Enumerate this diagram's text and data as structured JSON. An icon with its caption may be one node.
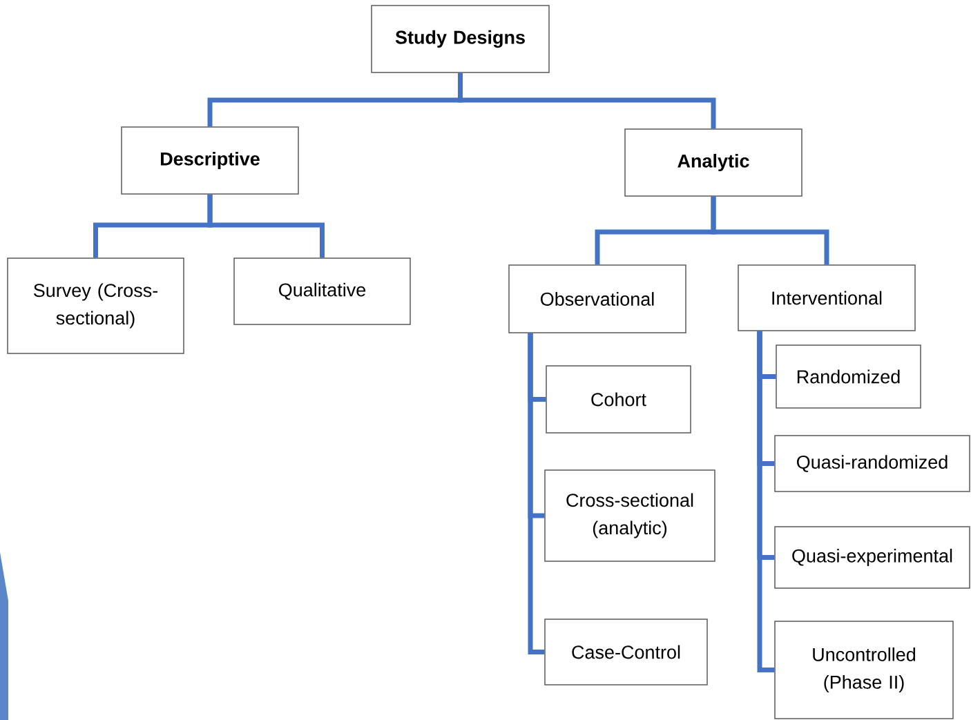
{
  "diagram": {
    "nodes": [
      {
        "text": [
          "Study Designs"
        ]
      },
      {
        "text": [
          "Descriptive"
        ]
      },
      {
        "text": [
          "Analytic"
        ]
      },
      {
        "text": [
          "Survey (Cross-sectional)"
        ]
      },
      {
        "text": [
          "Qualitative"
        ]
      },
      {
        "text": [
          "Observational"
        ]
      },
      {
        "text": [
          "Interventional"
        ]
      },
      {
        "text": [
          "Cohort"
        ]
      },
      {
        "text": [
          "Cross-sectional (analytic)"
        ]
      },
      {
        "text": [
          "Case-Control"
        ]
      },
      {
        "text": [
          "Randomized"
        ]
      },
      {
        "text": [
          "Quasi-randomized"
        ]
      },
      {
        "text": [
          "Quasi-experimental"
        ]
      },
      {
        "text": [
          "Uncontrolled (Phase II)"
        ]
      }
    ],
    "edges": [
      {
        "from": 0,
        "to": 1,
        "arrow": "none"
      },
      {
        "from": 0,
        "to": 2,
        "arrow": "none"
      },
      {
        "from": 1,
        "to": 3,
        "arrow": "none"
      },
      {
        "from": 1,
        "to": 4,
        "arrow": "none"
      },
      {
        "from": 2,
        "to": 5,
        "arrow": "none"
      },
      {
        "from": 2,
        "to": 6,
        "arrow": "none"
      },
      {
        "from": 5,
        "to": 7,
        "arrow": "none"
      },
      {
        "from": 5,
        "to": 8,
        "arrow": "none"
      },
      {
        "from": 5,
        "to": 9,
        "arrow": "none"
      },
      {
        "from": 6,
        "to": 10,
        "arrow": "none"
      },
      {
        "from": 6,
        "to": 11,
        "arrow": "none"
      },
      {
        "from": 6,
        "to": 12,
        "arrow": "none"
      },
      {
        "from": 6,
        "to": 13,
        "arrow": "none"
      }
    ]
  }
}
